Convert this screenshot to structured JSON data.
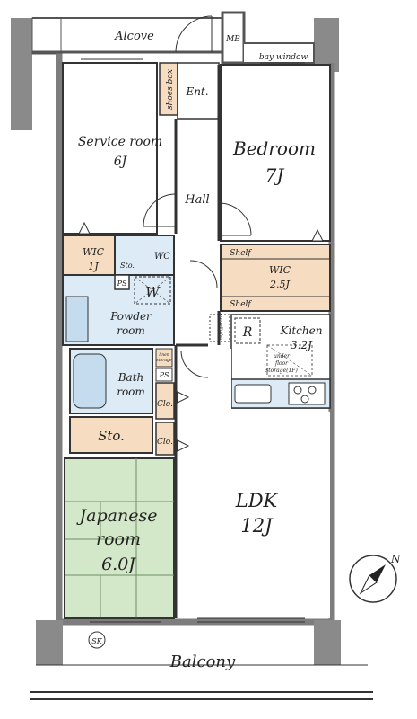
{
  "colors": {
    "wall": "#7d7d7d",
    "wall_edge": "#555555",
    "floor_white": "#ffffff",
    "storage_tan": "#f6dcc1",
    "wet_blue": "#dcebf6",
    "tatami_green": "#d3e7c9",
    "tatami_line": "#6f8f62",
    "line": "#333333",
    "text": "#222222"
  },
  "labels": {
    "alcove": "Alcove",
    "mb": "MB",
    "bay_window": "bay window",
    "shoes_box": "shoes box",
    "entrance": "Ent.",
    "service_room": "Service room",
    "service_room_size": "6J",
    "bedroom": "Bedroom",
    "bedroom_size": "7J",
    "hall": "Hall",
    "wic_left": "WIC",
    "wic_left_size": "1J",
    "wc": "WC",
    "sto_small": "Sto.",
    "ps_upper": "PS",
    "w_machine": "W",
    "shelf_top": "Shelf",
    "wic_right": "WIC",
    "wic_right_size": "2.5J",
    "shelf_bottom": "Shelf",
    "powder_room_1": "Powder",
    "powder_room_2": "room",
    "refrigerator": "R",
    "refrigerator_space": "refrigerator",
    "kitchen": "Kitchen",
    "kitchen_size": "3.2J",
    "under_floor_1": "under",
    "under_floor_2": "floor",
    "under_floor_3": "storage(1F)",
    "linen_storage_1": "linen",
    "linen_storage_2": "storage",
    "ps_lower": "PS",
    "bath_room_1": "Bath",
    "bath_room_2": "room",
    "clo_upper": "Clo.",
    "clo_lower": "Clo.",
    "sto_large": "Sto.",
    "japanese_room_1": "Japanese",
    "japanese_room_2": "room",
    "japanese_room_3": "6.0J",
    "ldk": "LDK",
    "ldk_size": "12J",
    "compass_n": "N",
    "sk": "SK",
    "balcony": "Balcony"
  }
}
